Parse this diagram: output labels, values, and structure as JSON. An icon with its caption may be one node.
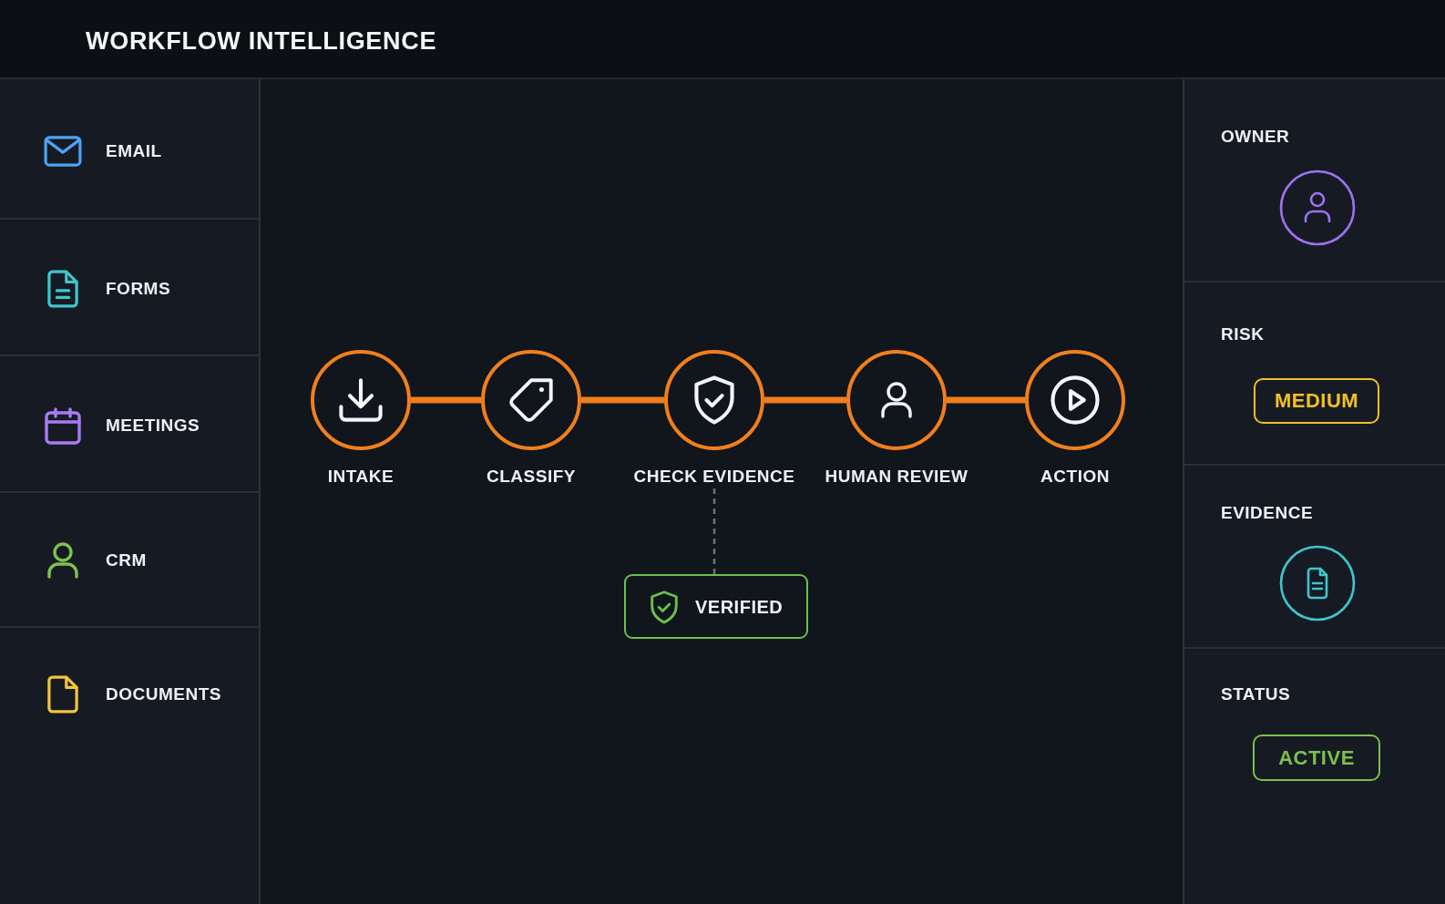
{
  "diagram": {
    "title": "WORKFLOW INTELLIGENCE",
    "nodes": [
      {
        "text": [
          "EMAIL"
        ]
      },
      {
        "text": [
          "FORMS"
        ]
      },
      {
        "text": [
          "MEETINGS"
        ]
      },
      {
        "text": [
          "CRM"
        ]
      },
      {
        "text": [
          "DOCUMENTS"
        ]
      },
      {
        "text": [
          "INTAKE"
        ]
      },
      {
        "text": [
          "CLASSIFY"
        ]
      },
      {
        "text": [
          "CHECK EVIDENCE"
        ]
      },
      {
        "text": [
          "HUMAN REVIEW"
        ]
      },
      {
        "text": [
          "ACTION"
        ]
      },
      {
        "text": [
          "VERIFIED"
        ]
      },
      {
        "text": [
          "OWNER"
        ]
      },
      {
        "text": [
          "RISK"
        ]
      },
      {
        "text": [
          "MEDIUM"
        ],
        "in": 12
      },
      {
        "text": [
          "EVIDENCE"
        ]
      },
      {
        "text": [
          "STATUS"
        ]
      },
      {
        "text": [
          "ACTIVE"
        ],
        "in": 15
      }
    ],
    "edges": [
      {
        "from": 5,
        "to": 6,
        "arrow": "none"
      },
      {
        "from": 6,
        "to": 7,
        "arrow": "none"
      },
      {
        "from": 7,
        "to": 8,
        "arrow": "none"
      },
      {
        "from": 8,
        "to": 9,
        "arrow": "none"
      },
      {
        "from": 7,
        "to": 10,
        "arrow": "none",
        "style": "dashed",
        "color": "#6b7079"
      }
    ]
  }
}
